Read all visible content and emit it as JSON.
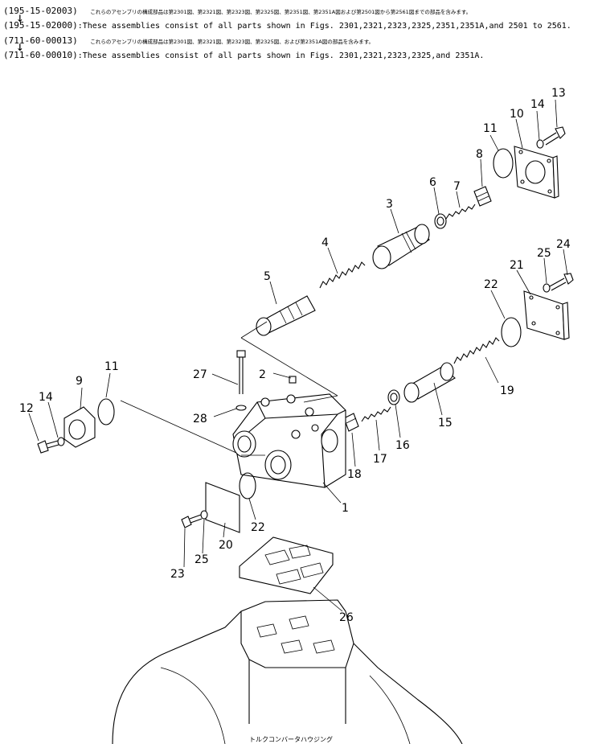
{
  "header": {
    "blocks": [
      {
        "code_top": "(195-15-02003)",
        "tick": "↓",
        "code_bottom": "(195-15-02000)",
        "jp_note": "これらのアセンブリの構成部品は第2301図、第2321図、第2323図、第2325図、第2351図、第2351A図および第2501図から第2561図までの部品を含みます。",
        "en_note": ":These assemblies consist of all parts shown in Figs. 2301,2321,2323,2325,2351,2351A,and 2501 to 2561."
      },
      {
        "code_top": "(711-60-00013)",
        "tick": "↓",
        "code_bottom": "(711-60-00010)",
        "jp_note": "これらのアセンブリの構成部品は第2301図、第2321図、第2323図、第2325図、および第2351A図の部品を含みます。",
        "en_note": ":These assemblies consist of all parts shown in Figs. 2301,2321,2323,2325,and 2351A."
      }
    ]
  },
  "callouts": [
    "1",
    "2",
    "3",
    "4",
    "5",
    "6",
    "7",
    "8",
    "9",
    "10",
    "11",
    "11",
    "12",
    "13",
    "14",
    "14",
    "15",
    "16",
    "17",
    "18",
    "19",
    "20",
    "21",
    "22",
    "22",
    "23",
    "24",
    "25",
    "25",
    "26",
    "27",
    "28"
  ],
  "housing_caption": "トルクコンバータハウジング"
}
